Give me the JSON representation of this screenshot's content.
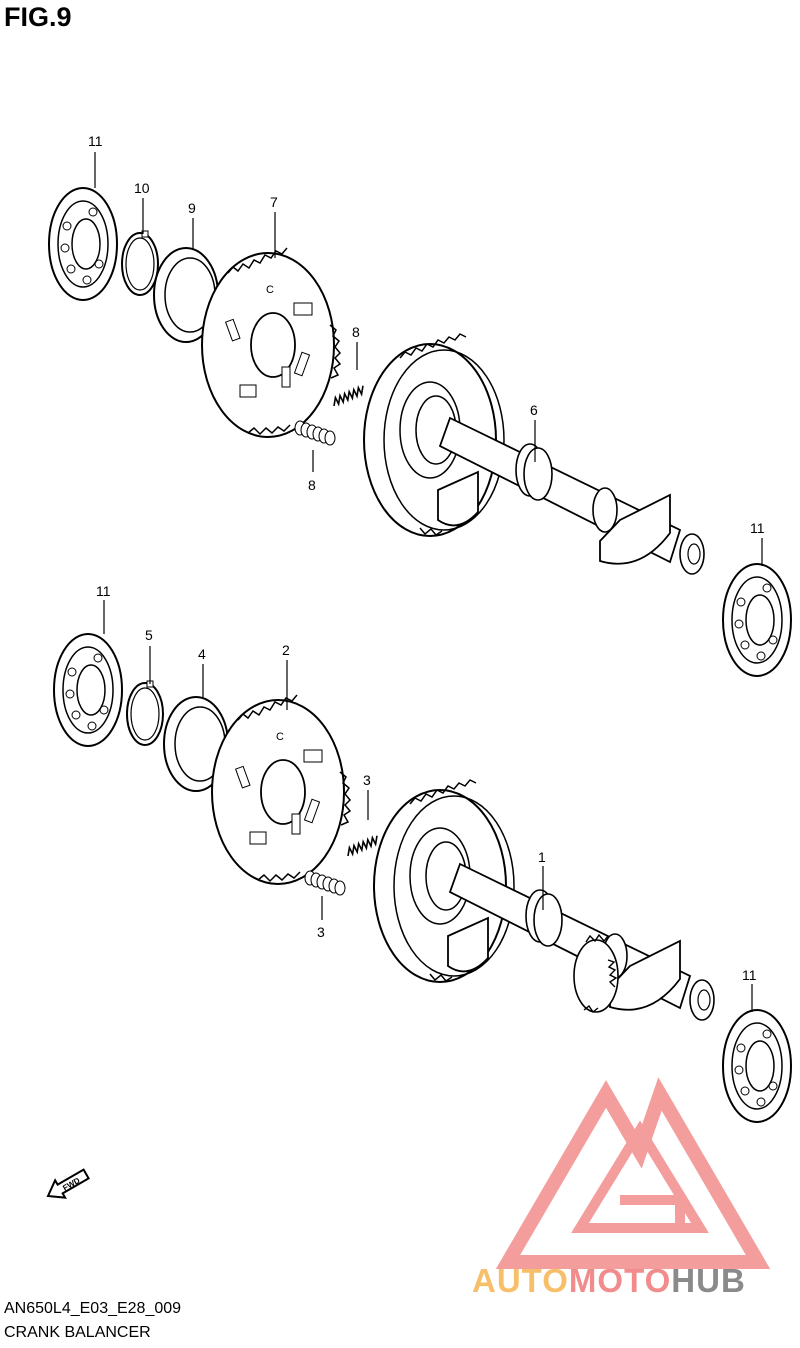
{
  "figure_title": "FIG.9",
  "diagram_code": "AN650L4_E03_E28_009",
  "caption": "CRANK BALANCER",
  "fwd_label": "FWD",
  "watermark": {
    "part1": "AUTO",
    "part2": "MOTO",
    "part3": "HUB"
  },
  "callouts": {
    "c11_top_left": "11",
    "c10": "10",
    "c9": "9",
    "c7": "7",
    "c8_upper": "8",
    "c8_lower": "8",
    "c6": "6",
    "c11_top_right": "11",
    "c11_bottom_left": "11",
    "c5": "5",
    "c4": "4",
    "c2": "2",
    "c3_upper": "3",
    "c3_lower": "3",
    "c1": "1",
    "c11_bottom_right": "11"
  },
  "colors": {
    "line": "#000000",
    "watermark_red": "#f28c8c",
    "watermark_orange": "#f7bf6a",
    "watermark_gray": "#8a8a8a"
  }
}
